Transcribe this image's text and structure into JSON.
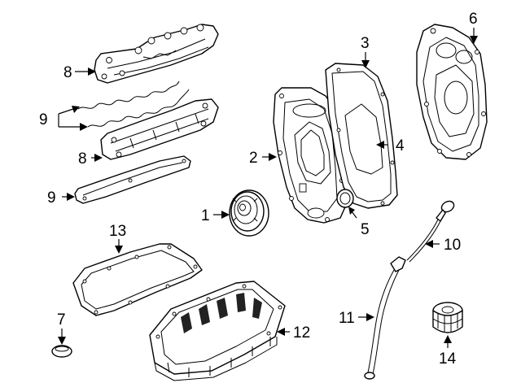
{
  "diagram": {
    "callouts": [
      {
        "id": "c1",
        "label": "1"
      },
      {
        "id": "c2",
        "label": "2"
      },
      {
        "id": "c3",
        "label": "3"
      },
      {
        "id": "c4",
        "label": "4"
      },
      {
        "id": "c5",
        "label": "5"
      },
      {
        "id": "c6",
        "label": "6"
      },
      {
        "id": "c7",
        "label": "7"
      },
      {
        "id": "c8a",
        "label": "8"
      },
      {
        "id": "c8b",
        "label": "8"
      },
      {
        "id": "c9a",
        "label": "9"
      },
      {
        "id": "c9b",
        "label": "9"
      },
      {
        "id": "c10",
        "label": "10"
      },
      {
        "id": "c11",
        "label": "11"
      },
      {
        "id": "c12",
        "label": "12"
      },
      {
        "id": "c13",
        "label": "13"
      },
      {
        "id": "c14",
        "label": "14"
      }
    ]
  }
}
